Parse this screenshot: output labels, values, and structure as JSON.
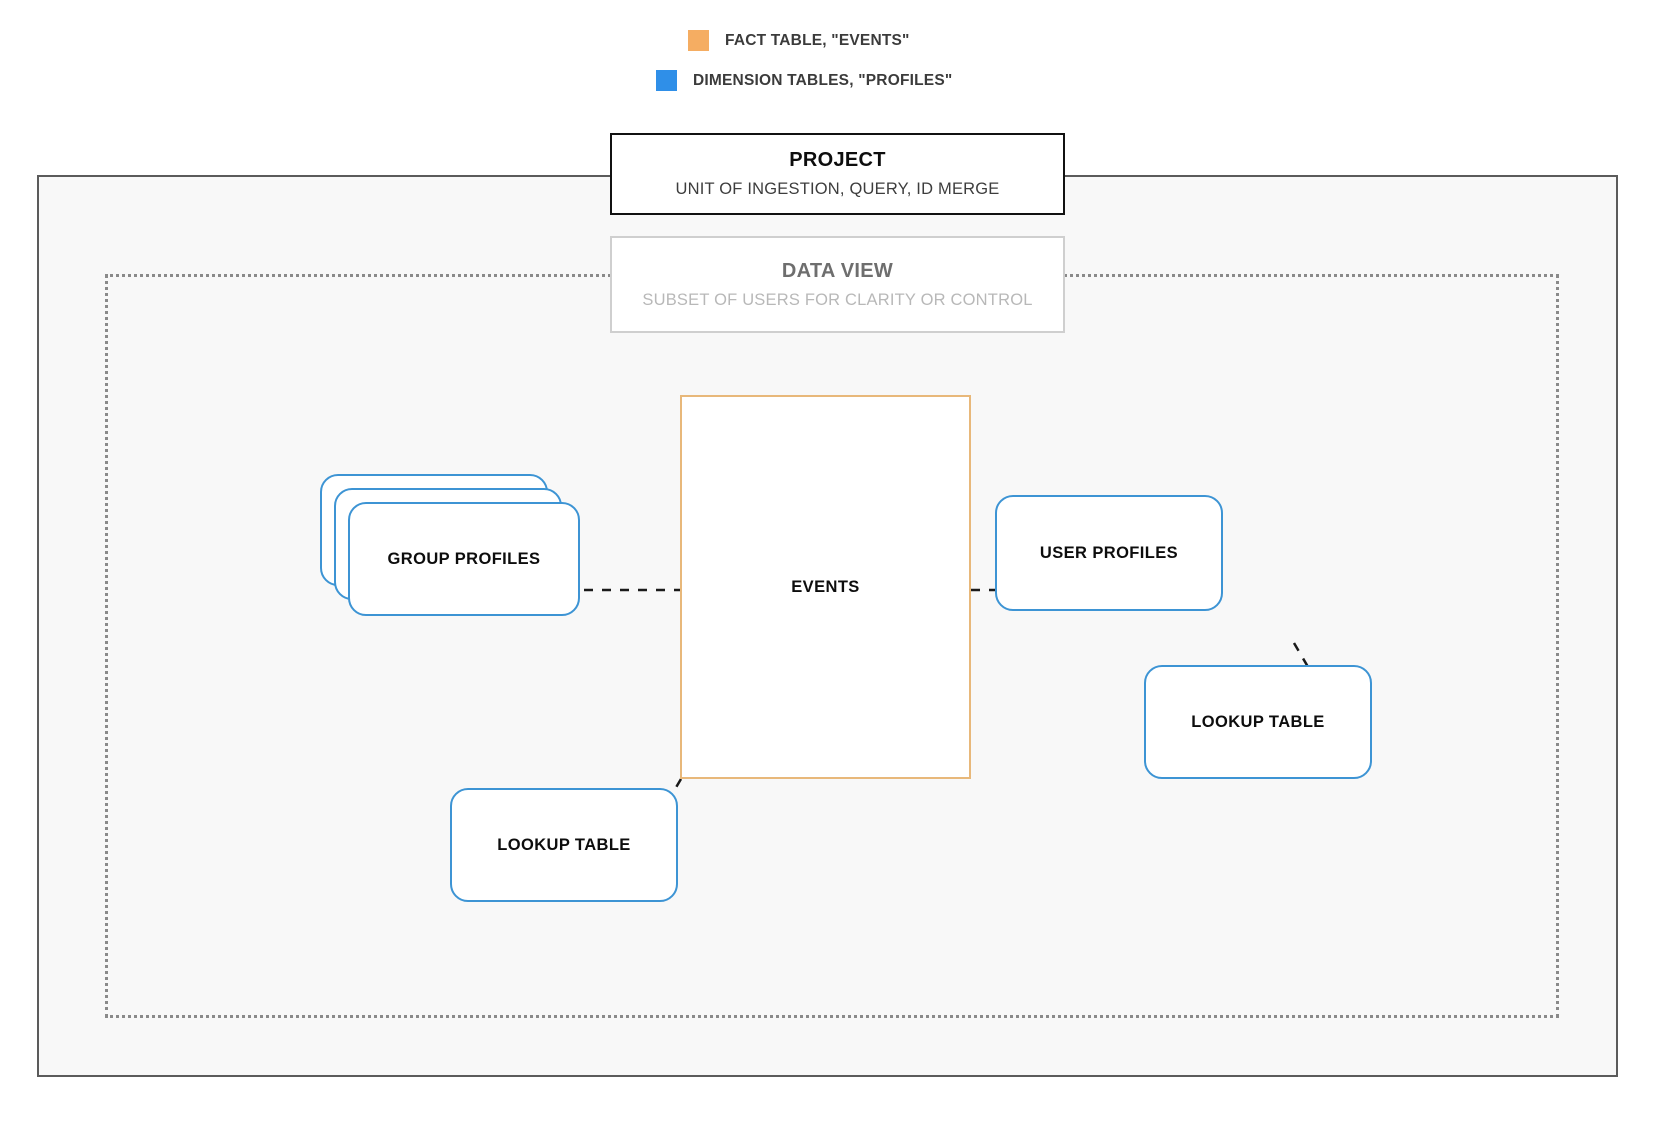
{
  "legend": {
    "items": [
      {
        "label": "FACT TABLE, \"EVENTS\"",
        "color": "#F5AD62",
        "icon": "orange-square-swatch"
      },
      {
        "label": "DIMENSION TABLES, \"PROFILES\"",
        "color": "#2F8FE8",
        "icon": "blue-square-swatch"
      }
    ]
  },
  "project": {
    "title": "PROJECT",
    "subtitle": "UNIT OF INGESTION, QUERY, ID MERGE",
    "border_color": "#111111"
  },
  "data_view": {
    "title": "DATA VIEW",
    "subtitle": "SUBSET OF USERS FOR CLARITY OR CONTROL",
    "border_color": "#CFCFCF"
  },
  "nodes": {
    "events": {
      "label": "EVENTS",
      "color": "#E8B87A"
    },
    "group_profiles": {
      "label": "GROUP PROFILES",
      "color": "#3D94D4",
      "stack_count": 3
    },
    "user_profiles": {
      "label": "USER PROFILES",
      "color": "#3D94D4"
    },
    "lookup_table_right": {
      "label": "LOOKUP TABLE",
      "color": "#3D94D4"
    },
    "lookup_table_left": {
      "label": "LOOKUP TABLE",
      "color": "#3D94D4"
    }
  },
  "connectors": [
    {
      "name": "group-profiles-to-events",
      "style": "dashed",
      "color": "#1a1a1a"
    },
    {
      "name": "events-to-user-profiles",
      "style": "dashed",
      "color": "#1a1a1a"
    },
    {
      "name": "user-profiles-to-lookup-table-right",
      "style": "dashed",
      "color": "#1a1a1a"
    },
    {
      "name": "events-to-lookup-table-left",
      "style": "dashed",
      "color": "#1a1a1a"
    }
  ]
}
